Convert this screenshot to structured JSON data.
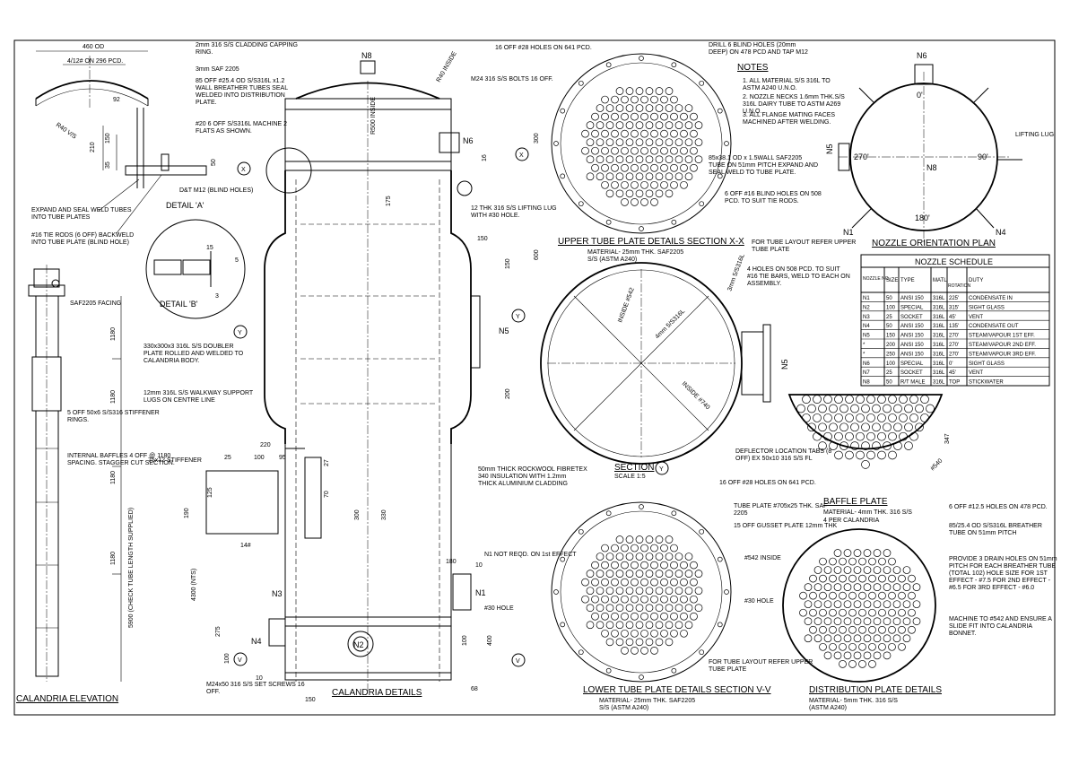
{
  "drawing": {
    "views": {
      "calandria_elevation": "CALANDRIA ELEVATION",
      "calandria_details": "CALANDRIA DETAILS",
      "detail_a": "DETAIL 'A'",
      "detail_b": "DETAIL 'B'",
      "upper_tube_plate": "UPPER TUBE PLATE DETAILS SECTION X-X",
      "upper_tube_plate_material": "MATERIAL- 25mm THK. SAF2205 S/S (ASTM A240)",
      "lower_tube_plate": "LOWER TUBE PLATE DETAILS SECTION V-V",
      "lower_tube_plate_material": "MATERIAL- 25mm THK. SAF2205 S/S (ASTM A240)",
      "nozzle_orientation": "NOZZLE ORIENTATION PLAN",
      "baffle_plate": "BAFFLE PLATE",
      "baffle_material": "MATERIAL- 4mm THK. 316 S/S",
      "baffle_qty": "4 PER CALANDRIA",
      "distribution_plate": "DISTRIBUTION PLATE DETAILS",
      "distribution_material": "MATERIAL- 5mm THK. 316 S/S (ASTM A240)",
      "section": "SECTION",
      "section_scale": "SCALE 1:5"
    },
    "notes": {
      "title": "NOTES",
      "items": [
        "1. ALL MATERIAL S/S 316L TO ASTM A240 U.N.O.",
        "2. NOZZLE NECKS 1.6mm THK.S/S 316L DAIRY TUBE TO ASTM A269 U.N.O.",
        "3. ALL FLANGE MATING FACES MACHINED AFTER WELDING."
      ]
    },
    "nozzle_schedule": {
      "title": "NOZZLE SCHEDULE",
      "headers": [
        "NOZZLE NO.",
        "SIZE",
        "TYPE",
        "MATL",
        "ROTATION",
        "DUTY"
      ],
      "rows": [
        [
          "N1",
          "50",
          "ANSI 150",
          "316L",
          "225'",
          "CONDENSATE IN"
        ],
        [
          "N2",
          "100",
          "SPECIAL",
          "316L",
          "315'",
          "SIGHT GLASS"
        ],
        [
          "N3",
          "25",
          "SOCKET",
          "316L",
          "45'",
          "VENT"
        ],
        [
          "N4",
          "50",
          "ANSI 150",
          "316L",
          "135'",
          "CONDENSATE OUT"
        ],
        [
          "N5",
          "150",
          "ANSI 150",
          "316L",
          "270'",
          "STEAM/VAPOUR 1ST EFF."
        ],
        [
          "*",
          "200",
          "ANSI 150",
          "316L",
          "270'",
          "STEAM/VAPOUR 2ND EFF."
        ],
        [
          "*",
          "250",
          "ANSI 150",
          "316L",
          "270'",
          "STEAM/VAPOUR 3RD EFF."
        ],
        [
          "N6",
          "100",
          "SPECIAL",
          "316L",
          "0'",
          "SIGHT GLASS"
        ],
        [
          "N7",
          "25",
          "SOCKET",
          "316L",
          "45'",
          "VENT"
        ],
        [
          "N8",
          "50",
          "R/T MALE",
          "316L",
          "TOP",
          "STICKWATER"
        ]
      ]
    },
    "nozzle_plan": {
      "n6": "N6",
      "n8": "N8",
      "n5": "N5",
      "n4": "N4",
      "n1": "N1",
      "n3": "N3",
      "n2": "N2",
      "a0": "0'",
      "a90": "90'",
      "a180": "180'",
      "a270": "270'",
      "lifting": "LIFTING LUG"
    },
    "callouts": {
      "od460": "460 OD",
      "pcd296": "4/12# ON 296 PCD.",
      "cladding": "2mm 316 S/S CLADDING CAPPING RING.",
      "saf3mm": "3mm SAF 2205",
      "breather": "85 OFF #25.4 OD S/S316L x1.2 WALL BREATHER TUBES SEAL WELDED INTO DISTRIBUTION PLATE.",
      "flats": "#20 6 OFF S/S316L MACHINE 2 FLATS AS SHOWN.",
      "m24": "M24 316 S/S BOLTS 16 OFF.",
      "r40": "R40 INSIDE",
      "r500": "R500 INSIDE",
      "dm12": "D&T M12 (BLIND HOLES)",
      "expand": "EXPAND AND SEAL WELD TUBES INTO TUBE PLATES",
      "tierods": "#16 TIE RODS (6 OFF) BACKWELD INTO TUBE PLATE (BLIND HOLE)",
      "lifting_lug": "12 THK 316 S/S LIFTING LUG WITH #30 HOLE.",
      "saf_facing": "SAF2205 FACING",
      "doubler": "330x300x3 316L S/S DOUBLER PLATE ROLLED AND WELDED TO CALANDRIA BODY.",
      "walkway": "12mm 316L S/S WALKWAY SUPPORT LUGS ON CENTRE LINE",
      "stiffener": "75x12 STIFFENER",
      "stiff_rings": "5 OFF 50x6 S/S316 STIFFENER RINGS.",
      "baffles": "INTERNAL BAFFLES 4 OFF @ 1180 SPACING. STAGGER CUT SECTION.",
      "check_len": "5900 (CHECK TUBE LENGTH SUPPLIED)",
      "insulation": "50mm THICK ROCKWOOL FIBRETEX 340 INSULATION WITH 1.2mm THICK ALUMINIUM CLADDING",
      "n1_note": "N1 NOT REQD. ON 1st EFFECT",
      "hole30": "#30 HOLE",
      "setscrews": "M24x50 316 S/S SET SCREWS 16 OFF.",
      "holes28": "16 OFF #28 HOLES ON 641 PCD.",
      "drill": "DRILL 6 BLIND HOLES (20mm DEEP) ON 478 PCD AND TAP M12",
      "tube_spec": "85x38.1 OD x 1.5WALL SAF2205 TUBE ON 51mm PITCH EXPAND AND SEAL WELD TO TUBE PLATE.",
      "blind16": "6 OFF #16 BLIND HOLES ON 508 PCD. TO SUIT TIE RODS.",
      "layout_ref": "FOR TUBE LAYOUT REFER UPPER TUBE PLATE",
      "holes508": "4 HOLES ON 508 PCD. TO SUIT #16 TIE BARS, WELD TO EACH ON ASSEMBLY.",
      "deflector": "DEFLECTOR LOCATION TABS (8 OFF) EX 50x10 316 S/S FL",
      "lower_holes": "16 OFF #28 HOLES ON 641 PCD.",
      "tube_plate": "TUBE PLATE #705x25 THK. SAF 2205",
      "gusset": "15 OFF GUSSET PLATE 12mm THK",
      "inside542": "#542 INSIDE",
      "hole30b": "#30 HOLE",
      "layout_ref2": "FOR TUBE LAYOUT REFER UPPER TUBE PLATE",
      "dist_holes": "6 OFF #12.5 HOLES ON 478 PCD.",
      "dist_breather": "85/25.4 OD S/S316L BREATHER TUBE ON 51mm PITCH",
      "drain": "PROVIDE 3 DRAIN HOLES ON 51mm PITCH FOR EACH BREATHER TUBE (TOTAL 102) HOLE SIZE FOR 1ST EFFECT - #7.5 FOR 2ND EFFECT - #6.5 FOR 3RD EFFECT - #6.0",
      "machine": "MACHINE TO #542 AND ENSURE A SLIDE FIT INTO CALANDRIA BONNET.",
      "d347": "347",
      "d540": "#540",
      "d1180": "1180",
      "d4300": "4300 (NTS)",
      "d330": "330",
      "d300": "300",
      "d600": "600",
      "d200": "200",
      "d150": "150",
      "d220": "220",
      "d190": "190",
      "d125": "125",
      "d100": "100",
      "d95": "95",
      "d25": "25",
      "d27": "27",
      "d70": "70",
      "d14": "14#",
      "d275": "275",
      "d10": "10",
      "d68": "68",
      "d180": "180",
      "d400": "400",
      "d50": "50",
      "d175": "175",
      "d16": "16",
      "d15": "15",
      "d3": "3",
      "d5": "5",
      "d210": "210",
      "d35": "35",
      "d92": "92",
      "d6mm": "4mm 5/S316L",
      "r40vs": "R40 V/S",
      "inside542b": "INSIDE #542",
      "inside740": "INSIDE #740",
      "d3mm": "3mm 5/S316L"
    },
    "markers": {
      "x": "X",
      "y": "Y",
      "v": "V"
    }
  }
}
